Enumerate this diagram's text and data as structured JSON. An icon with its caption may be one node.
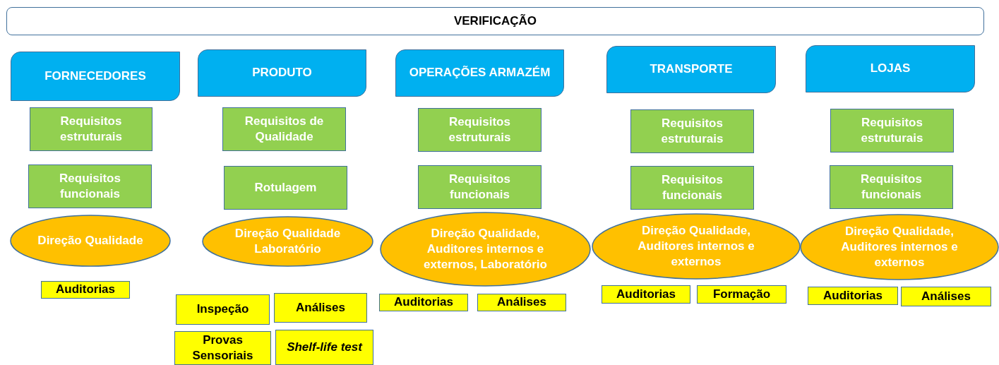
{
  "diagram": {
    "nodes": [
      {
        "text": [
          "VERIFICAÇÃO"
        ]
      },
      {
        "text": [
          "FORNECEDORES"
        ]
      },
      {
        "text": [
          "Requisitos estruturais"
        ]
      },
      {
        "text": [
          "Requisitos funcionais"
        ]
      },
      {
        "text": [
          "Direção Qualidade"
        ]
      },
      {
        "text": [
          "Auditorias"
        ]
      },
      {
        "text": [
          "PRODUTO"
        ]
      },
      {
        "text": [
          "Requisitos de Qualidade"
        ]
      },
      {
        "text": [
          "Rotulagem"
        ]
      },
      {
        "text": [
          "Direção Qualidade Laboratório"
        ]
      },
      {
        "text": [
          "Inspeção"
        ]
      },
      {
        "text": [
          "Análises"
        ]
      },
      {
        "text": [
          "Provas Sensoriais"
        ]
      },
      {
        "text": [
          "Shelf-life test"
        ]
      },
      {
        "text": [
          "OPERAÇÕES ARMAZÉM"
        ]
      },
      {
        "text": [
          "Requisitos estruturais"
        ]
      },
      {
        "text": [
          "Requisitos funcionais"
        ]
      },
      {
        "text": [
          "Direção Qualidade, Auditores internos e externos, Laboratório"
        ]
      },
      {
        "text": [
          "Auditorias"
        ]
      },
      {
        "text": [
          "Análises"
        ]
      },
      {
        "text": [
          "TRANSPORTE"
        ]
      },
      {
        "text": [
          "Requisitos estruturais"
        ]
      },
      {
        "text": [
          "Requisitos funcionais"
        ]
      },
      {
        "text": [
          "Direção Qualidade, Auditores internos e externos"
        ]
      },
      {
        "text": [
          "Auditorias"
        ]
      },
      {
        "text": [
          "Formação"
        ]
      },
      {
        "text": [
          "LOJAS"
        ]
      },
      {
        "text": [
          "Requisitos estruturais"
        ]
      },
      {
        "text": [
          "Requisitos funcionais"
        ]
      },
      {
        "text": [
          "Direção Qualidade, Auditores internos e externos"
        ]
      },
      {
        "text": [
          "Auditorias"
        ]
      },
      {
        "text": [
          "Análises"
        ]
      }
    ]
  }
}
